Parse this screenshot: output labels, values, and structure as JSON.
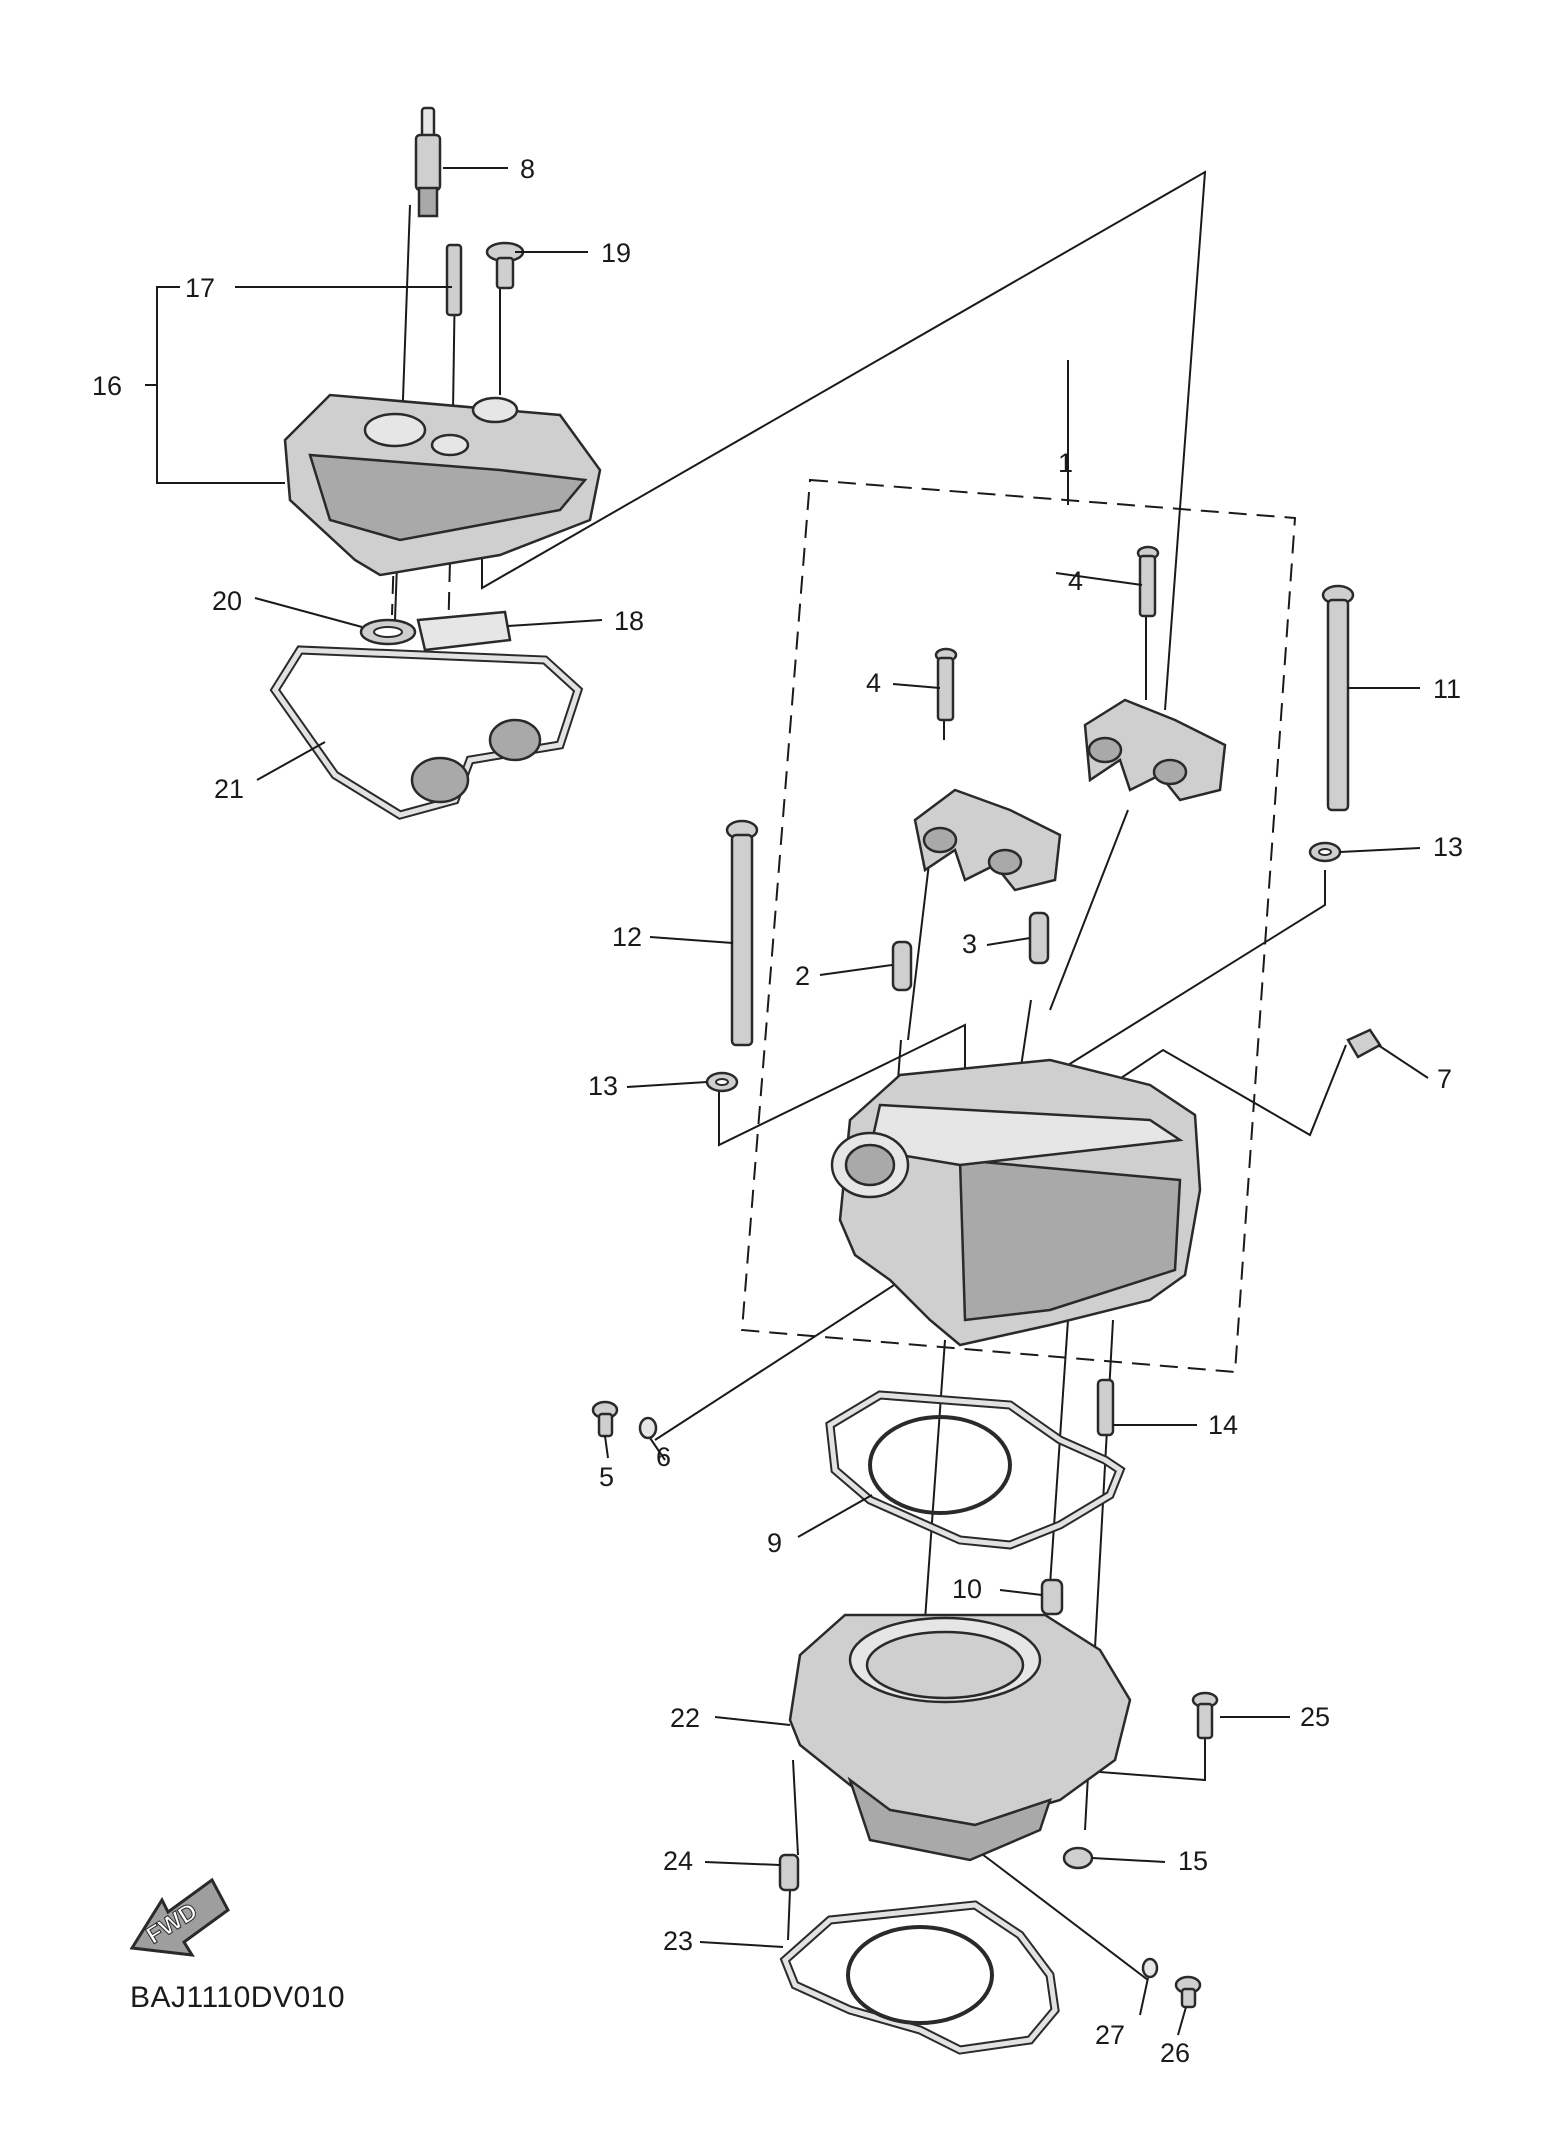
{
  "diagram_code": "BAJ1110DV010",
  "fwd_label": "FWD",
  "callouts": [
    {
      "id": "c1",
      "label": "1"
    },
    {
      "id": "c2",
      "label": "2"
    },
    {
      "id": "c3",
      "label": "3"
    },
    {
      "id": "c4a",
      "label": "4"
    },
    {
      "id": "c4b",
      "label": "4"
    },
    {
      "id": "c5",
      "label": "5"
    },
    {
      "id": "c6",
      "label": "6"
    },
    {
      "id": "c7",
      "label": "7"
    },
    {
      "id": "c8",
      "label": "8"
    },
    {
      "id": "c9",
      "label": "9"
    },
    {
      "id": "c10",
      "label": "10"
    },
    {
      "id": "c11",
      "label": "11"
    },
    {
      "id": "c12",
      "label": "12"
    },
    {
      "id": "c13a",
      "label": "13"
    },
    {
      "id": "c13b",
      "label": "13"
    },
    {
      "id": "c14",
      "label": "14"
    },
    {
      "id": "c15",
      "label": "15"
    },
    {
      "id": "c16",
      "label": "16"
    },
    {
      "id": "c17",
      "label": "17"
    },
    {
      "id": "c18",
      "label": "18"
    },
    {
      "id": "c19",
      "label": "19"
    },
    {
      "id": "c20",
      "label": "20"
    },
    {
      "id": "c21",
      "label": "21"
    },
    {
      "id": "c22",
      "label": "22"
    },
    {
      "id": "c23",
      "label": "23"
    },
    {
      "id": "c24",
      "label": "24"
    },
    {
      "id": "c25",
      "label": "25"
    },
    {
      "id": "c26",
      "label": "26"
    },
    {
      "id": "c27",
      "label": "27"
    }
  ]
}
